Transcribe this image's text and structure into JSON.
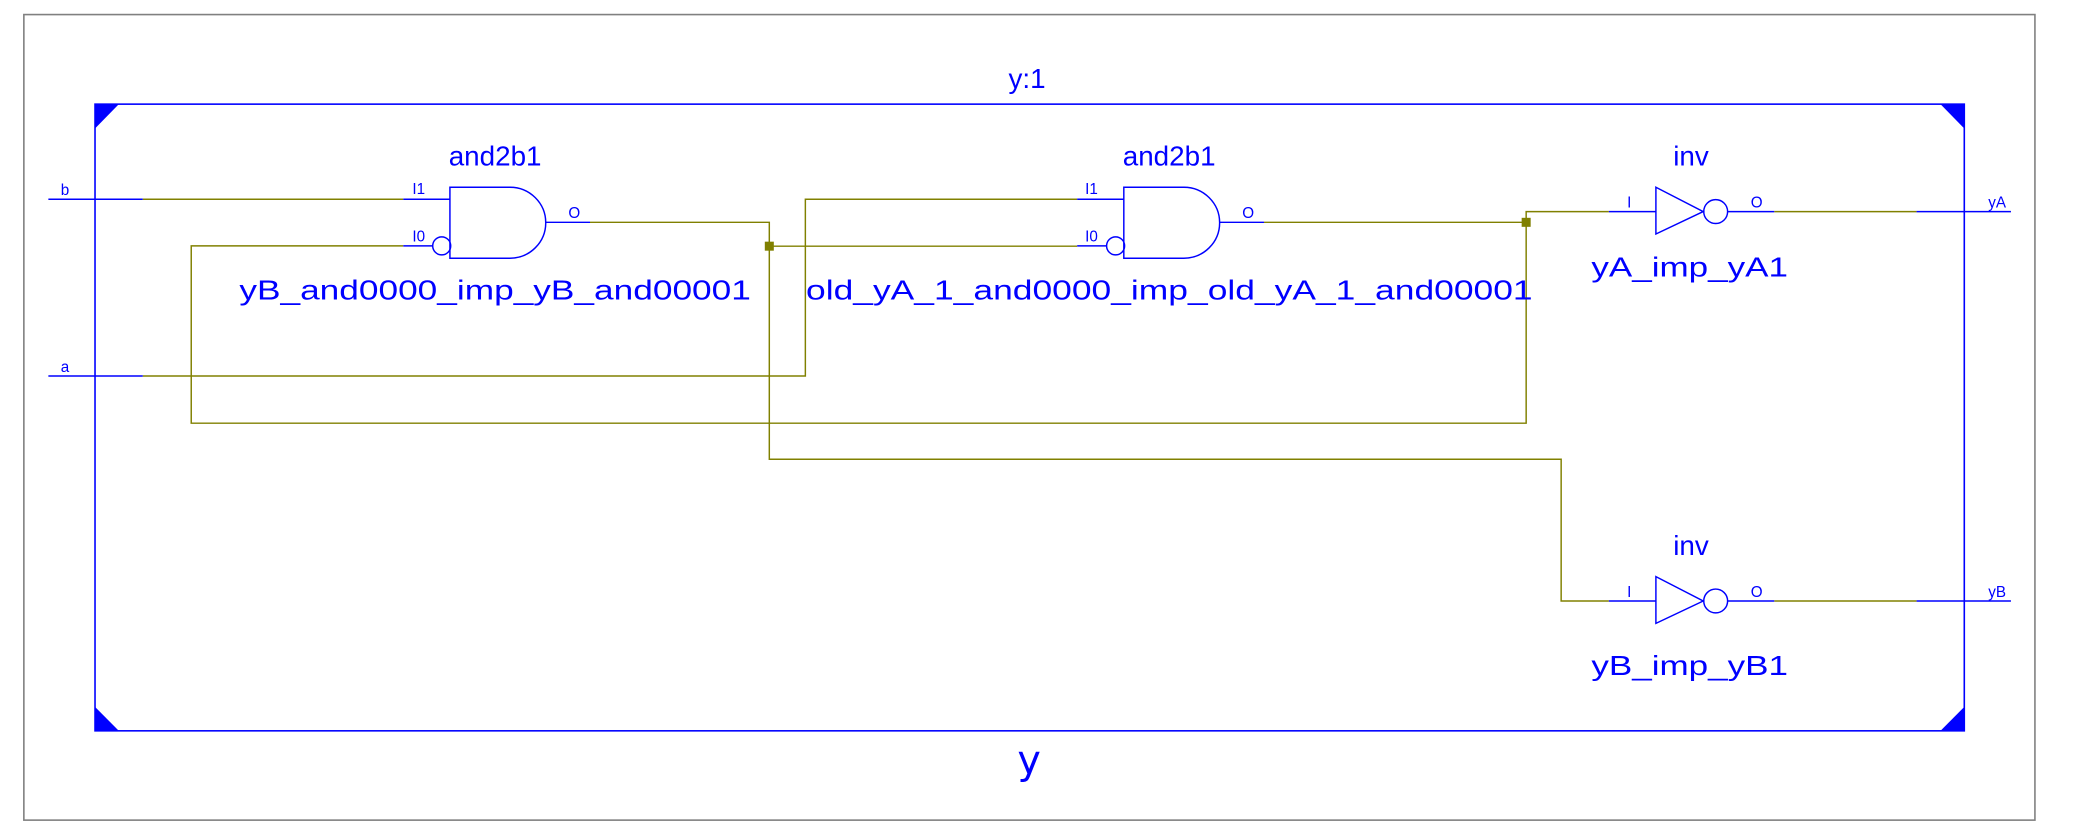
{
  "colors": {
    "symbol": "#0000ff",
    "wire": "#808000",
    "border": "#808080",
    "background": "#ffffff"
  },
  "frame": {
    "title": "y:1",
    "module_name": "y"
  },
  "ports": {
    "inputs": [
      {
        "name": "b"
      },
      {
        "name": "a"
      }
    ],
    "outputs": [
      {
        "name": "yA"
      },
      {
        "name": "yB"
      }
    ]
  },
  "instances": [
    {
      "type": "and2b1",
      "name": "yB_and0000_imp_yB_and00001",
      "pins": {
        "in1": "I1",
        "in0": "I0",
        "out": "O"
      }
    },
    {
      "type": "and2b1",
      "name": "old_yA_1_and0000_imp_old_yA_1_and00001",
      "pins": {
        "in1": "I1",
        "in0": "I0",
        "out": "O"
      }
    },
    {
      "type": "inv",
      "name": "yA_imp_yA1",
      "pins": {
        "in": "I",
        "out": "O"
      }
    },
    {
      "type": "inv",
      "name": "yB_imp_yB1",
      "pins": {
        "in": "I",
        "out": "O"
      }
    }
  ]
}
